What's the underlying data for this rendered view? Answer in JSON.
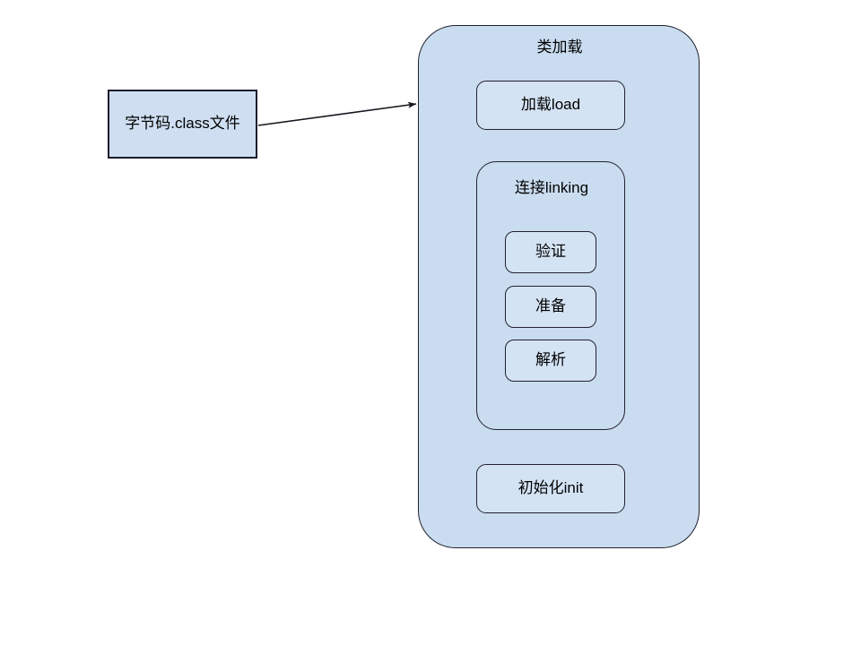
{
  "diagram": {
    "title_text": "类加载",
    "source": {
      "label": "字节码.class文件"
    },
    "stages": [
      {
        "id": "load",
        "label": "加载load"
      },
      {
        "id": "linking",
        "label": "连接linking"
      },
      {
        "id": "init",
        "label": "初始化init"
      }
    ],
    "linking_steps": [
      {
        "id": "verify",
        "label": "验证"
      },
      {
        "id": "prepare",
        "label": "准备"
      },
      {
        "id": "resolve",
        "label": "解析"
      }
    ],
    "colors": {
      "container_fill": "#cadcef",
      "box_fill": "#d4e3f4",
      "stroke": "#21212f",
      "source_fill": "#cfdff1",
      "source_stroke": "#1b1b2b",
      "background": "#ffffff",
      "text": "#000000"
    },
    "edges": [
      {
        "id": "source-to-classloading",
        "from": "source",
        "to": "classloading-container"
      },
      {
        "id": "load-to-linking",
        "from": "load",
        "to": "linking"
      },
      {
        "id": "verify-to-prepare",
        "from": "verify",
        "to": "prepare"
      },
      {
        "id": "prepare-to-resolve",
        "from": "prepare",
        "to": "resolve"
      },
      {
        "id": "linking-to-init",
        "from": "linking",
        "to": "init"
      }
    ]
  }
}
